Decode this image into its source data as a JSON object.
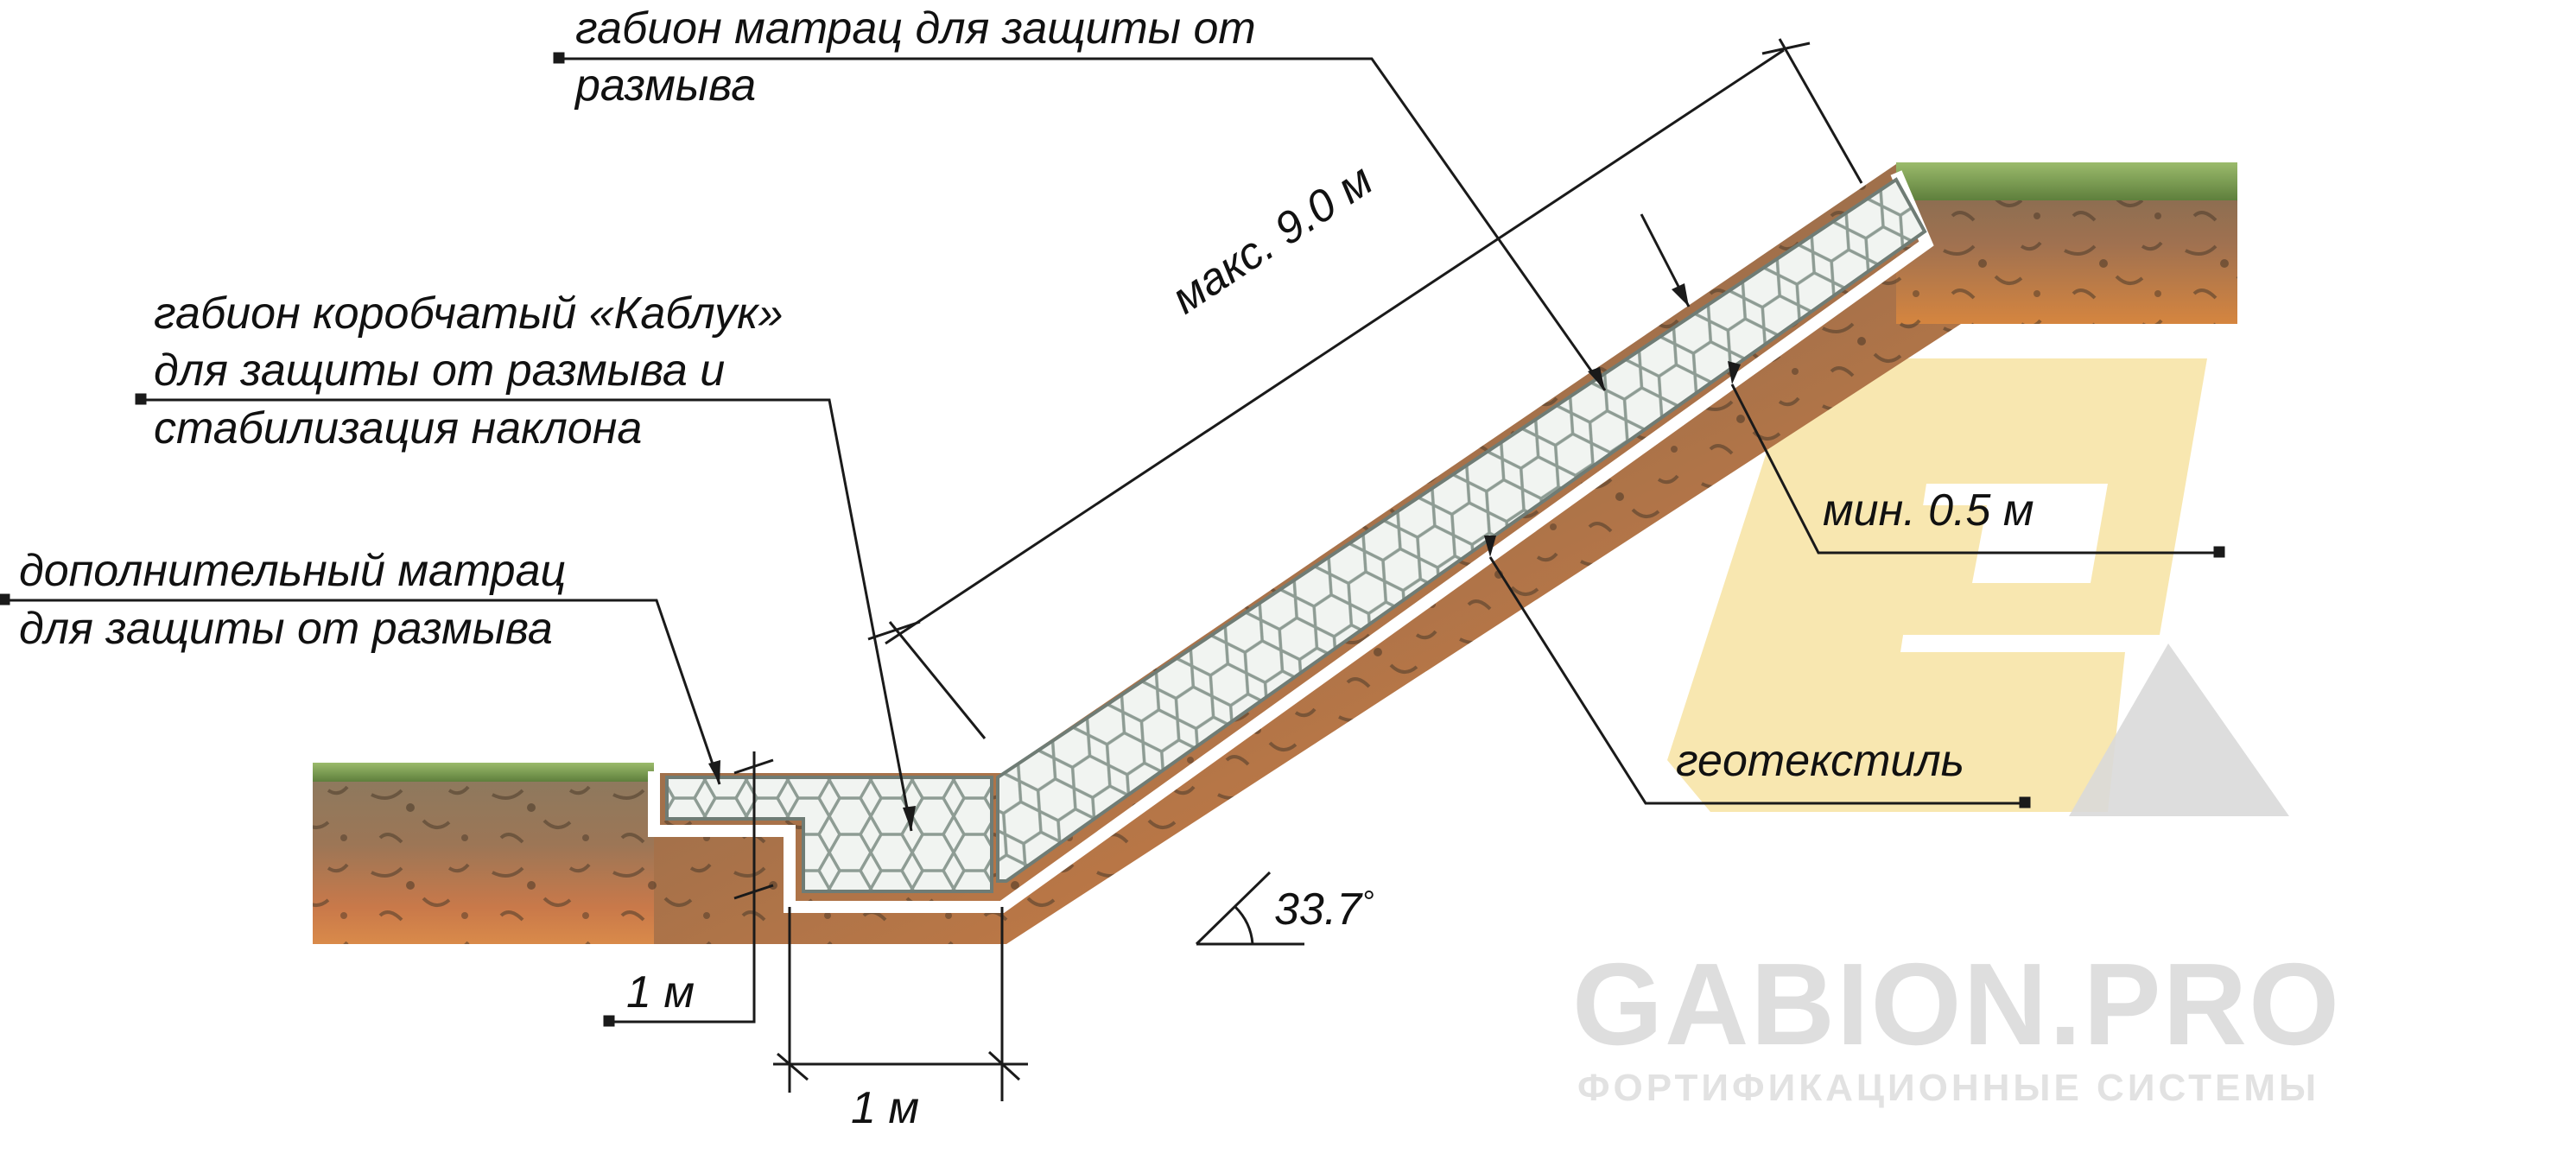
{
  "labels": {
    "mattress_line1": "габион матрац для защиты от",
    "mattress_line2": "размыва",
    "box_line1": "габион коробчатый «Каблук»",
    "box_line2": "для защиты от размыва и",
    "box_line3": "стабилизация наклона",
    "extra_line1": "дополнительный матрац",
    "extra_line2": "для защиты от размыва",
    "max_length": "макс. 9.0 м",
    "min_thickness": "мин. 0.5 м",
    "geotextile": "геотекстиль",
    "angle": "33.7",
    "angle_unit": "°",
    "dim_1m_vertical": "1 м",
    "dim_1m_horizontal": "1 м"
  },
  "watermark": {
    "brand": "GABION.PRO",
    "tagline": "ФОРТИФИКАЦИОННЫЕ СИСТЕМЫ"
  },
  "colors": {
    "soil_top": "#8a7a5c",
    "soil_mid": "#b8744a",
    "soil_orange": "#d9823d",
    "grass": "#6f9a4a",
    "gabion_fill": "#eef2ef",
    "gabion_stroke": "#8c9a92",
    "line": "#1a1a1a",
    "logo_yellow": "#f7e2a0",
    "logo_grey": "#d8d8d8",
    "watermark_text": "#dcdcdc"
  }
}
